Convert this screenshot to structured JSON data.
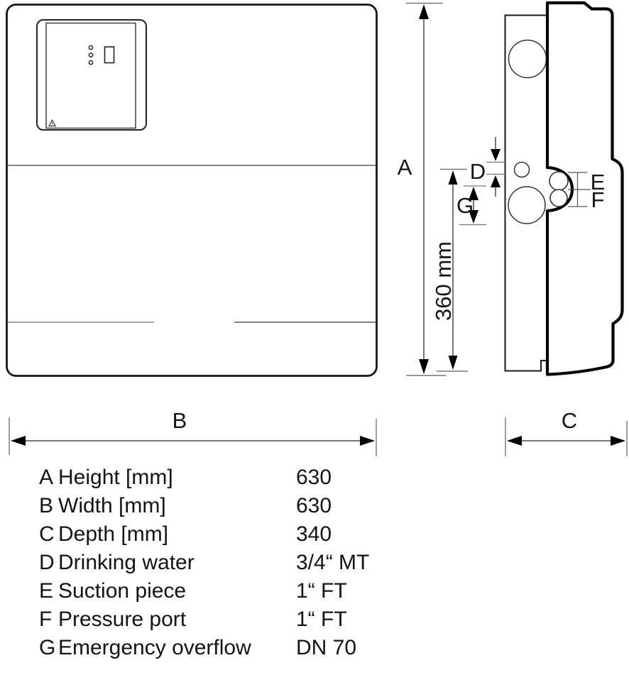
{
  "colors": {
    "ink": "#1a1a1a",
    "dim_line": "#4a4a4a",
    "tick": "#777777"
  },
  "diagram": {
    "dims": {
      "a": "A",
      "b": "B",
      "c": "C",
      "d": "D",
      "e": "E",
      "f": "F",
      "g": "G",
      "height_360": "360 mm"
    }
  },
  "table": {
    "rows": [
      {
        "key": "A",
        "label": "Height [mm]",
        "value": "630"
      },
      {
        "key": "B",
        "label": "Width [mm]",
        "value": "630"
      },
      {
        "key": "C",
        "label": "Depth [mm]",
        "value": "340"
      },
      {
        "key": "D",
        "label": "Drinking water",
        "value": "3/4“ MT"
      },
      {
        "key": "E",
        "label": "Suction piece",
        "value": "1“ FT"
      },
      {
        "key": "F",
        "label": "Pressure port",
        "value": "1“ FT"
      },
      {
        "key": "G",
        "label": "Emergency overflow",
        "value": "DN 70"
      }
    ]
  }
}
